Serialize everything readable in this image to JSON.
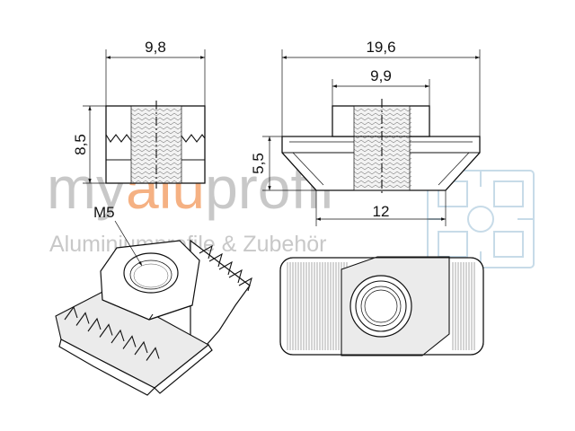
{
  "watermark": {
    "logo_prefix": "my",
    "logo_highlight": "alu",
    "logo_suffix": "profil",
    "tagline": "Aluminiumprofile & Zubehör",
    "color_text": "#c8c8c8",
    "color_highlight": "#f5b183",
    "color_profile_icon": "#c7dbe8"
  },
  "dimensions": {
    "side_width": "9,8",
    "side_height": "8,5",
    "front_total_width": "19,6",
    "front_top_width": "9,9",
    "front_height": "5,5",
    "front_bottom_width": "12",
    "thread": "M5"
  }
}
